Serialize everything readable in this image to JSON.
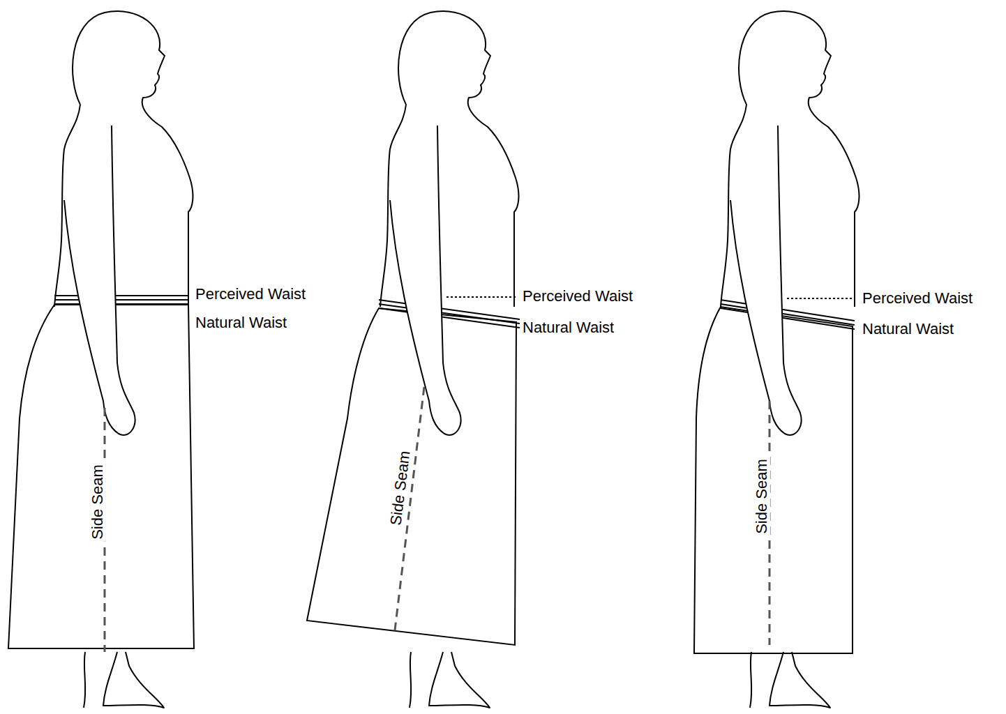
{
  "diagram": {
    "labels": [
      "Perceived Waist",
      "Natural Waist",
      "Side Seam",
      "Perceived Waist",
      "Natural Waist",
      "Side Seam",
      "Perceived Waist",
      "Natural Waist",
      "Side Seam"
    ]
  }
}
